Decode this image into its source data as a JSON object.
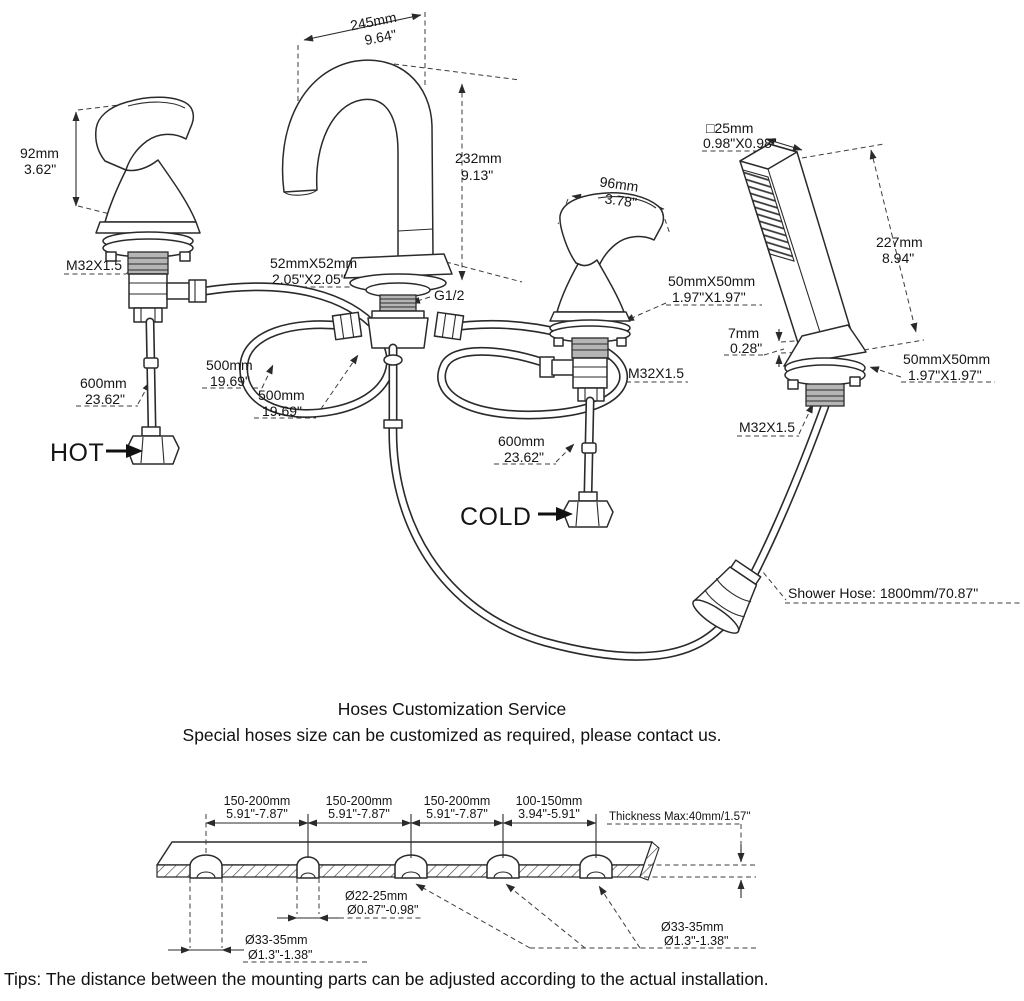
{
  "page": {
    "background": "#ffffff",
    "line_color": "#2a2a2a"
  },
  "top_diagram": {
    "labels": {
      "spout_reach": {
        "mm": "245mm",
        "in": "9.64\""
      },
      "spout_height": {
        "mm": "232mm",
        "in": "9.13\""
      },
      "handle_height": {
        "mm": "92mm",
        "in": "3.62\""
      },
      "hot_valve_thread": "M32X1.5",
      "spout_base": {
        "mm": "52mmX52mm",
        "in": "2.05\"X2.05\""
      },
      "spout_connector": "G1/2",
      "hose_a": {
        "mm": "500mm",
        "in": "19.69\""
      },
      "hose_b": {
        "mm": "500mm",
        "in": "19.69\""
      },
      "hot_supply": {
        "mm": "600mm",
        "in": "23.62\""
      },
      "hot": "HOT",
      "cold_handle_width": {
        "mm": "96mm",
        "in": "3.78\""
      },
      "cold_base": {
        "mm": "50mmX50mm",
        "in": "1.97\"X1.97\""
      },
      "cold_valve_thread": "M32X1.5",
      "deck_gap": {
        "mm": "7mm",
        "in": "0.28\""
      },
      "cold_supply": {
        "mm": "600mm",
        "in": "23.62\""
      },
      "cold": "COLD",
      "wand_head": {
        "mm": "□25mm",
        "in": "0.98\"X0.98\""
      },
      "wand_length": {
        "mm": "227mm",
        "in": "8.94\""
      },
      "shower_base": {
        "mm": "50mmX50mm",
        "in": "1.97\"X1.97\""
      },
      "shower_thread": "M32X1.5",
      "shower_hose": "Shower Hose: 1800mm/70.87\""
    }
  },
  "service_note": {
    "title": "Hoses Customization Service",
    "subtitle": "Special hoses size can be customized as required, please contact us."
  },
  "mounting_diagram": {
    "spacings": [
      {
        "mm": "150-200mm",
        "in": "5.91\"-7.87\""
      },
      {
        "mm": "150-200mm",
        "in": "5.91\"-7.87\""
      },
      {
        "mm": "150-200mm",
        "in": "5.91\"-7.87\""
      },
      {
        "mm": "100-150mm",
        "in": "3.94\"-5.91\""
      }
    ],
    "thickness": "Thickness Max:40mm/1.57\"",
    "hole_small": {
      "mm": "Ø22-25mm",
      "in": "Ø0.87\"-0.98\""
    },
    "hole_left": {
      "mm": "Ø33-35mm",
      "in": "Ø1.3\"-1.38\""
    },
    "holes_right": {
      "mm": "Ø33-35mm",
      "in": "Ø1.3\"-1.38\""
    }
  },
  "tips": "Tips: The distance between the mounting parts can be adjusted according to the actual installation."
}
